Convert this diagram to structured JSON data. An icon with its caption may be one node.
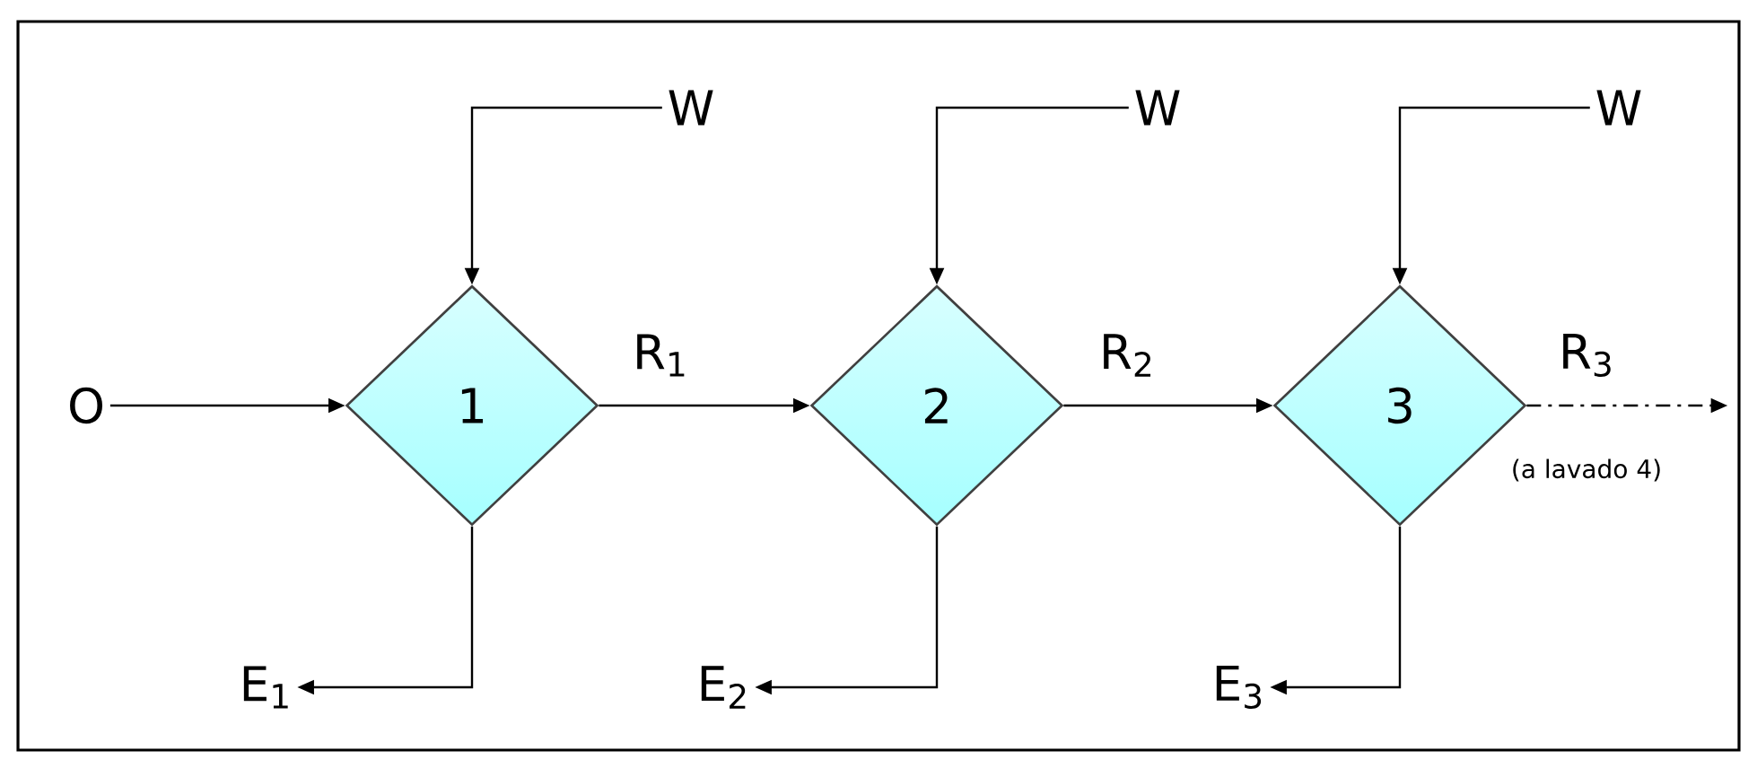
{
  "diagram": {
    "nodes": [
      {
        "text": [
          "W"
        ]
      },
      {
        "text": [
          "W"
        ]
      },
      {
        "text": [
          "W"
        ]
      },
      {
        "text": [
          "O"
        ]
      },
      {
        "text": [
          "1"
        ]
      },
      {
        "text": [
          "2"
        ]
      },
      {
        "text": [
          "3"
        ]
      },
      {
        "text": [
          "E$_{1}$"
        ]
      },
      {
        "text": [
          "E$_{2}$"
        ]
      },
      {
        "text": [
          "E$_{3}$"
        ]
      }
    ],
    "edges": [
      {
        "from": 0,
        "to": 4,
        "arrow": "to"
      },
      {
        "from": 1,
        "to": 5,
        "arrow": "to"
      },
      {
        "from": 2,
        "to": 6,
        "arrow": "to"
      },
      {
        "from": 3,
        "to": 4,
        "arrow": "to"
      },
      {
        "from": 4,
        "to": 5,
        "arrow": "to",
        "label": "R$_{1}$"
      },
      {
        "from": 5,
        "to": 6,
        "arrow": "to",
        "label": "R$_{2}$"
      },
      {
        "from": 6,
        "to": null,
        "arrow": "to",
        "label": "R$_{3}$",
        "style": "dashed"
      },
      {
        "from": 4,
        "to": 7,
        "arrow": "to"
      },
      {
        "from": 5,
        "to": 8,
        "arrow": "to"
      },
      {
        "from": 6,
        "to": 9,
        "arrow": "to"
      }
    ],
    "labels": [
      "(a lavado 4)"
    ]
  }
}
